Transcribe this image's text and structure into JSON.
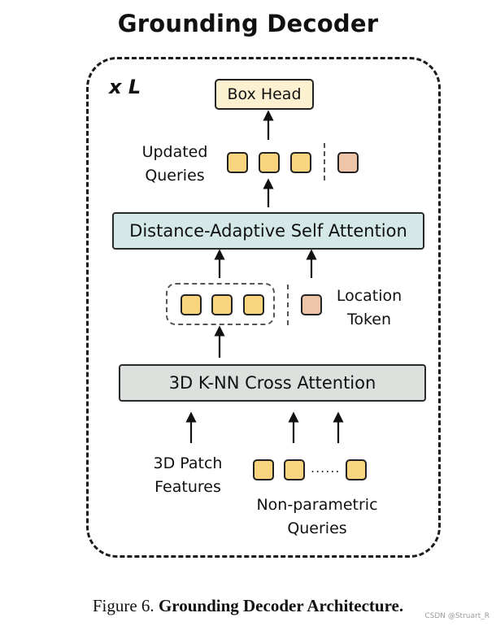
{
  "title": "Grounding Decoder",
  "repeat_label": "x L",
  "blocks": {
    "box_head": "Box Head",
    "self_attention": "Distance-Adaptive Self Attention",
    "cross_attention": "3D K-NN Cross Attention"
  },
  "labels": {
    "updated_queries_line1": "Updated",
    "updated_queries_line2": "Queries",
    "location_token_line1": "Location",
    "location_token_line2": "Token",
    "patch_features_line1": "3D Patch",
    "patch_features_line2": "Features",
    "nonparam_queries_line1": "Non-parametric",
    "nonparam_queries_line2": "Queries",
    "ellipsis": "......"
  },
  "caption": {
    "prefix": "Figure 6.",
    "bold": "Grounding Decoder Architecture."
  },
  "watermark": "CSDN @Struart_R",
  "colors": {
    "query_token": "#f8d57e",
    "location_token": "#eec5a8",
    "box_head_fill": "#fbf0cf",
    "self_attention_fill": "#d5e8e8",
    "cross_attention_fill": "#dde1de"
  }
}
